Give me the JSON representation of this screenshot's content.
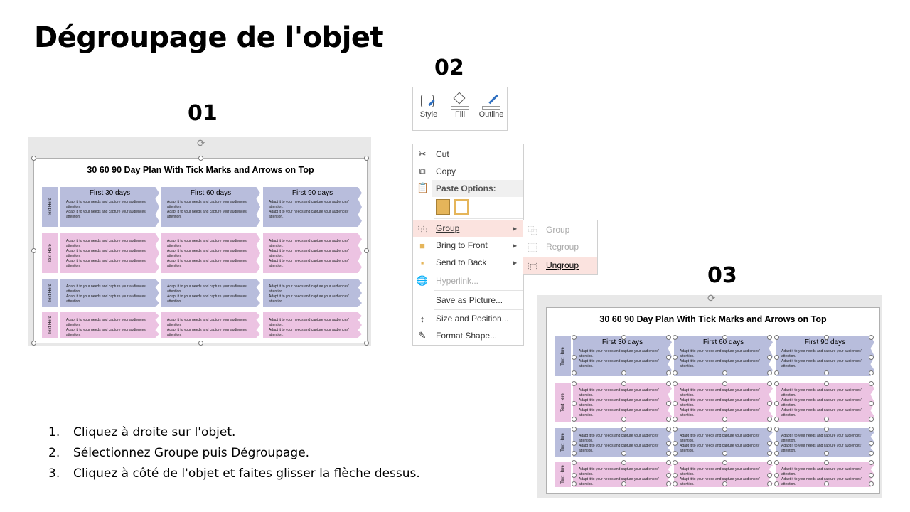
{
  "page_title": "Dégroupage de l'objet",
  "step_numbers": [
    "01",
    "02",
    "03"
  ],
  "plan": {
    "title": "30 60 90 Day Plan With Tick Marks and Arrows on Top",
    "headers": [
      "First 30 days",
      "First 60 days",
      "First 90 days"
    ],
    "row_label": "Text Here",
    "body_text": "Adapt it to your needs and capture your audiences' attention.",
    "rows": [
      {
        "color": "blue",
        "lines": 2
      },
      {
        "color": "pink",
        "lines": 3
      },
      {
        "color": "blue",
        "lines": 2
      },
      {
        "color": "pink",
        "lines": 2
      }
    ],
    "colors": {
      "blue": "#b8bddc",
      "pink": "#ecc3e2"
    }
  },
  "ribbon": {
    "style": "Style",
    "fill": "Fill",
    "outline": "Outline"
  },
  "context_menu": {
    "cut": "Cut",
    "copy": "Copy",
    "paste_options": "Paste Options:",
    "group": "Group",
    "bring_to_front": "Bring to Front",
    "send_to_back": "Send to Back",
    "hyperlink": "Hyperlink...",
    "save_as_picture": "Save as Picture...",
    "size_and_position": "Size and Position...",
    "format_shape": "Format Shape..."
  },
  "submenu": {
    "group": "Group",
    "regroup": "Regroup",
    "ungroup": "Ungroup"
  },
  "instructions": [
    {
      "n": "1.",
      "text": "Cliquez à droite sur l'objet."
    },
    {
      "n": "2.",
      "text": "Sélectionnez Groupe puis Dégroupage."
    },
    {
      "n": "3.",
      "text": "Cliquez à côté de l'objet et faites glisser la flèche dessus."
    }
  ],
  "highlight_color": "#fbe3df"
}
